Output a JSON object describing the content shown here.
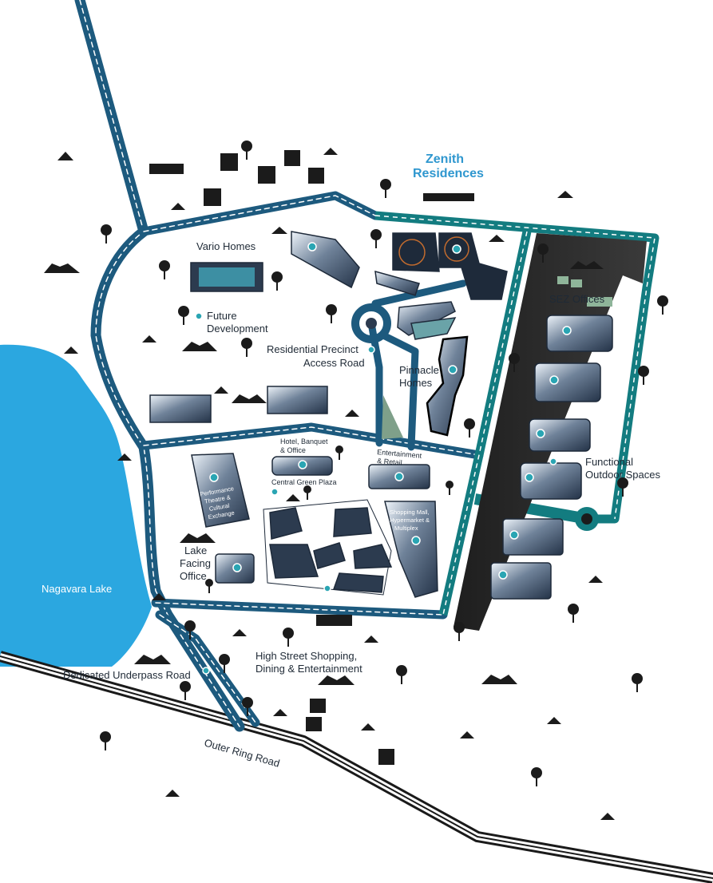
{
  "colors": {
    "lake": "#2ba7e0",
    "road_main": "#1d5a7e",
    "road_teal": "#137c80",
    "highway": "#1a1a1a",
    "building_dark": "#2c3b4f",
    "building_light": "#d7e3ee",
    "marker": "#2aa5b3",
    "title": "#2f97cf",
    "tree": "#1b1b1b",
    "sez_strip": "#2b2b2b"
  },
  "map": {
    "title_line1": "Zenith",
    "title_line2": "Residences",
    "lake": "Nagavara Lake",
    "labels": {
      "vario": "Vario Homes",
      "future1": "Future",
      "future2": "Development",
      "access1": "Residential Precinct",
      "access2": "Access Road",
      "pinnacle1": "Pinnacle",
      "pinnacle2": "Homes",
      "sez": "SEZ Offices",
      "functional1": "Functional",
      "functional2": "Outdoor Spaces",
      "hotel1": "Hotel, Banquet",
      "hotel2": "& Office",
      "entertain1": "Entertainment",
      "entertain2": "& Retail",
      "plaza": "Central Green Plaza",
      "theatre1": "Performance",
      "theatre2": "Theatre &",
      "theatre3": "Cultural",
      "theatre4": "Exchange",
      "mall1": "Shopping Mall,",
      "mall2": "Hypermarket &",
      "mall3": "Multiplex",
      "lakeoffice1": "Lake",
      "lakeoffice2": "Facing",
      "lakeoffice3": "Office",
      "highstreet1": "High Street Shopping,",
      "highstreet2": "Dining & Entertainment",
      "underpass": "Dedicated Underpass Road",
      "orr": "Outer Ring Road"
    }
  }
}
